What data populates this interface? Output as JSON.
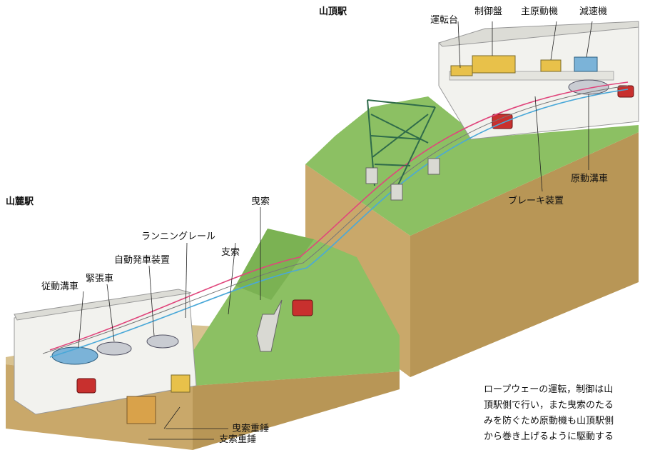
{
  "stations": {
    "summit_title": "山頂駅",
    "base_title": "山麓駅"
  },
  "labels": {
    "operator_desk": "運転台",
    "control_panel": "制御盤",
    "main_motor": "主原動機",
    "reducer": "減速機",
    "drive_sheave": "原動溝車",
    "brake": "ブレーキ装置",
    "haul_rope": "曳索",
    "running_rail": "ランニングレール",
    "track_rope": "支索",
    "auto_start": "自動発車装置",
    "tension_sheave": "緊張車",
    "driven_sheave": "従動溝車",
    "haul_weight": "曳索重錘",
    "track_weight": "支索重錘"
  },
  "caption": [
    "ロープウェーの運転，制御は山",
    "頂駅側で行い，また曳索のたる",
    "みを防ぐため原動機も山頂駅側",
    "から巻き上げるように駆動する"
  ],
  "colors": {
    "grass": "#8cc063",
    "grass_dark": "#6fa84a",
    "soil": "#c9a86a",
    "soil_dark": "#a98a52",
    "station_wall": "#f2f2ee",
    "rope_pink": "#e0467c",
    "rope_blue": "#4aa8d8",
    "tower_green": "#2f6b4a",
    "gondola_red": "#c8302e"
  }
}
